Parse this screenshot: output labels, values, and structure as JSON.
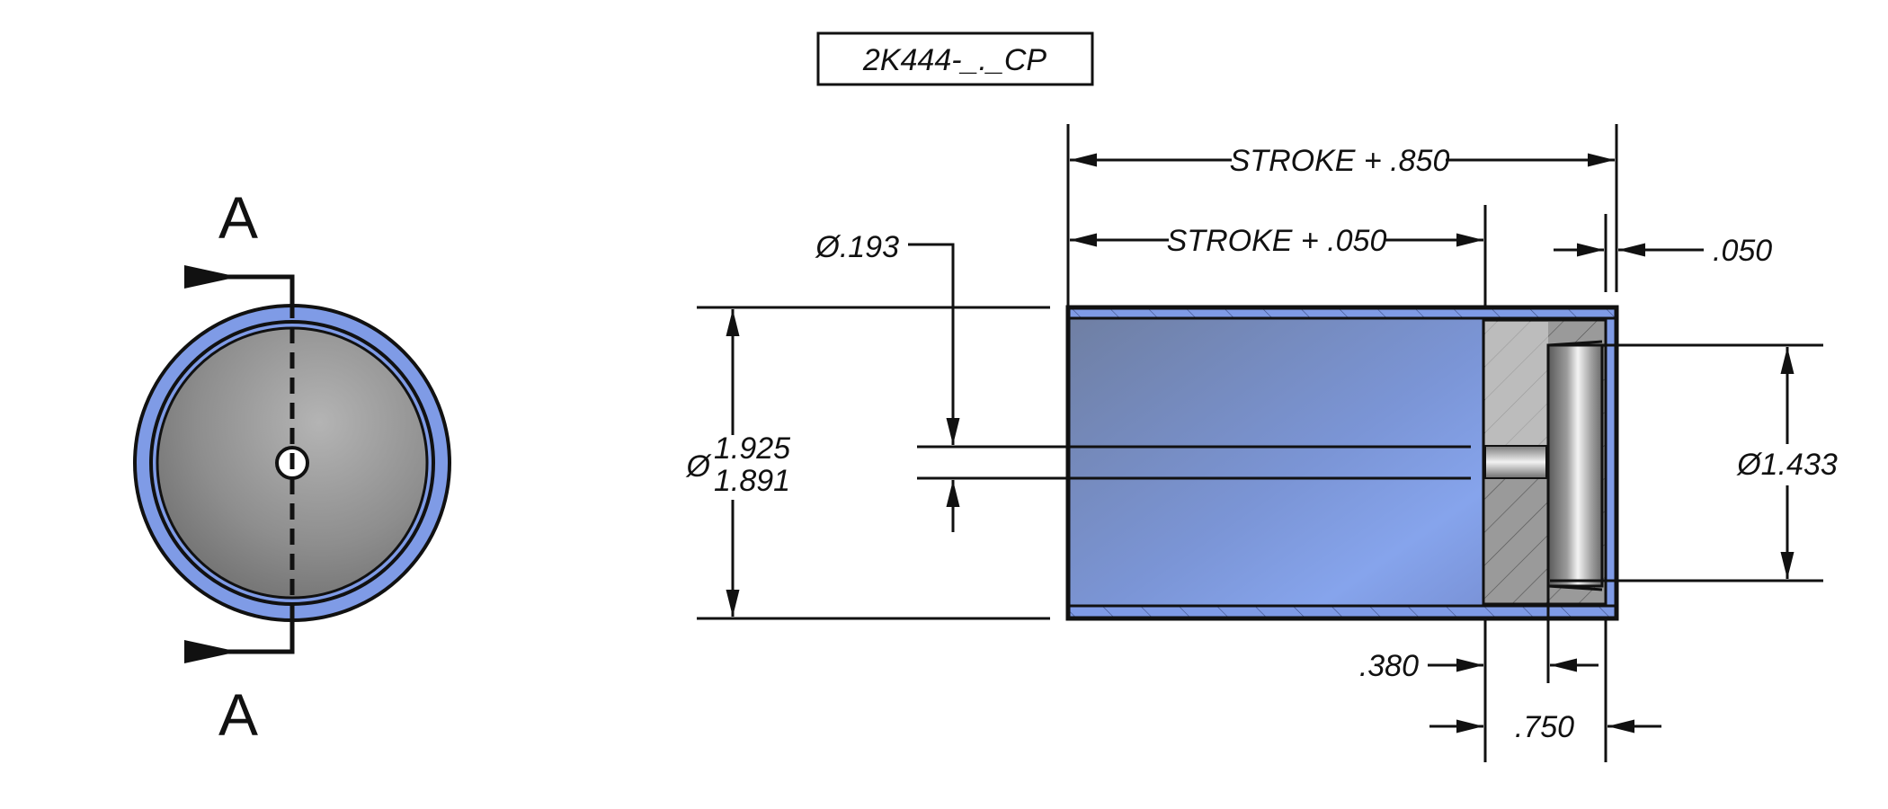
{
  "part_number": "2K444-_._CP",
  "section_label_top": "A",
  "section_label_bottom": "A",
  "dimensions": {
    "overall_length": "STROKE + .850",
    "inner_length": "STROKE + .050",
    "end_wall": ".050",
    "rod_diameter": "Ø.193",
    "bore_symbol": "Ø",
    "bore_max": "1.925",
    "bore_min": "1.891",
    "piston_diameter": "Ø1.433",
    "piston_offset": ".380",
    "piston_length": ".750"
  },
  "colors": {
    "tube_blue": "#7f9be6",
    "tube_blue_dark": "#6d7fa8",
    "piston_gray": "#9a9a9a",
    "line": "#111111"
  }
}
